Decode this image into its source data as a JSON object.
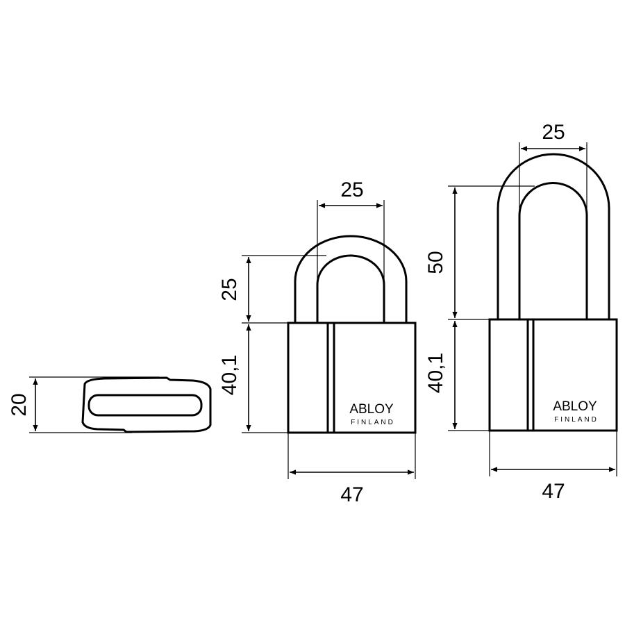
{
  "title": "ABLOY padlock dimension drawing",
  "top_view": {
    "height_label": "20"
  },
  "standard_lock": {
    "shackle_width_label": "25",
    "shackle_height_label": "25",
    "body_height_label": "40,1",
    "body_width_label": "47",
    "brand": "ABLOY",
    "brand_sub": "FINLAND"
  },
  "long_shackle_lock": {
    "shackle_width_label": "25",
    "shackle_height_label": "50",
    "body_height_label": "40,1",
    "body_width_label": "47",
    "brand": "ABLOY",
    "brand_sub": "FINLAND"
  }
}
